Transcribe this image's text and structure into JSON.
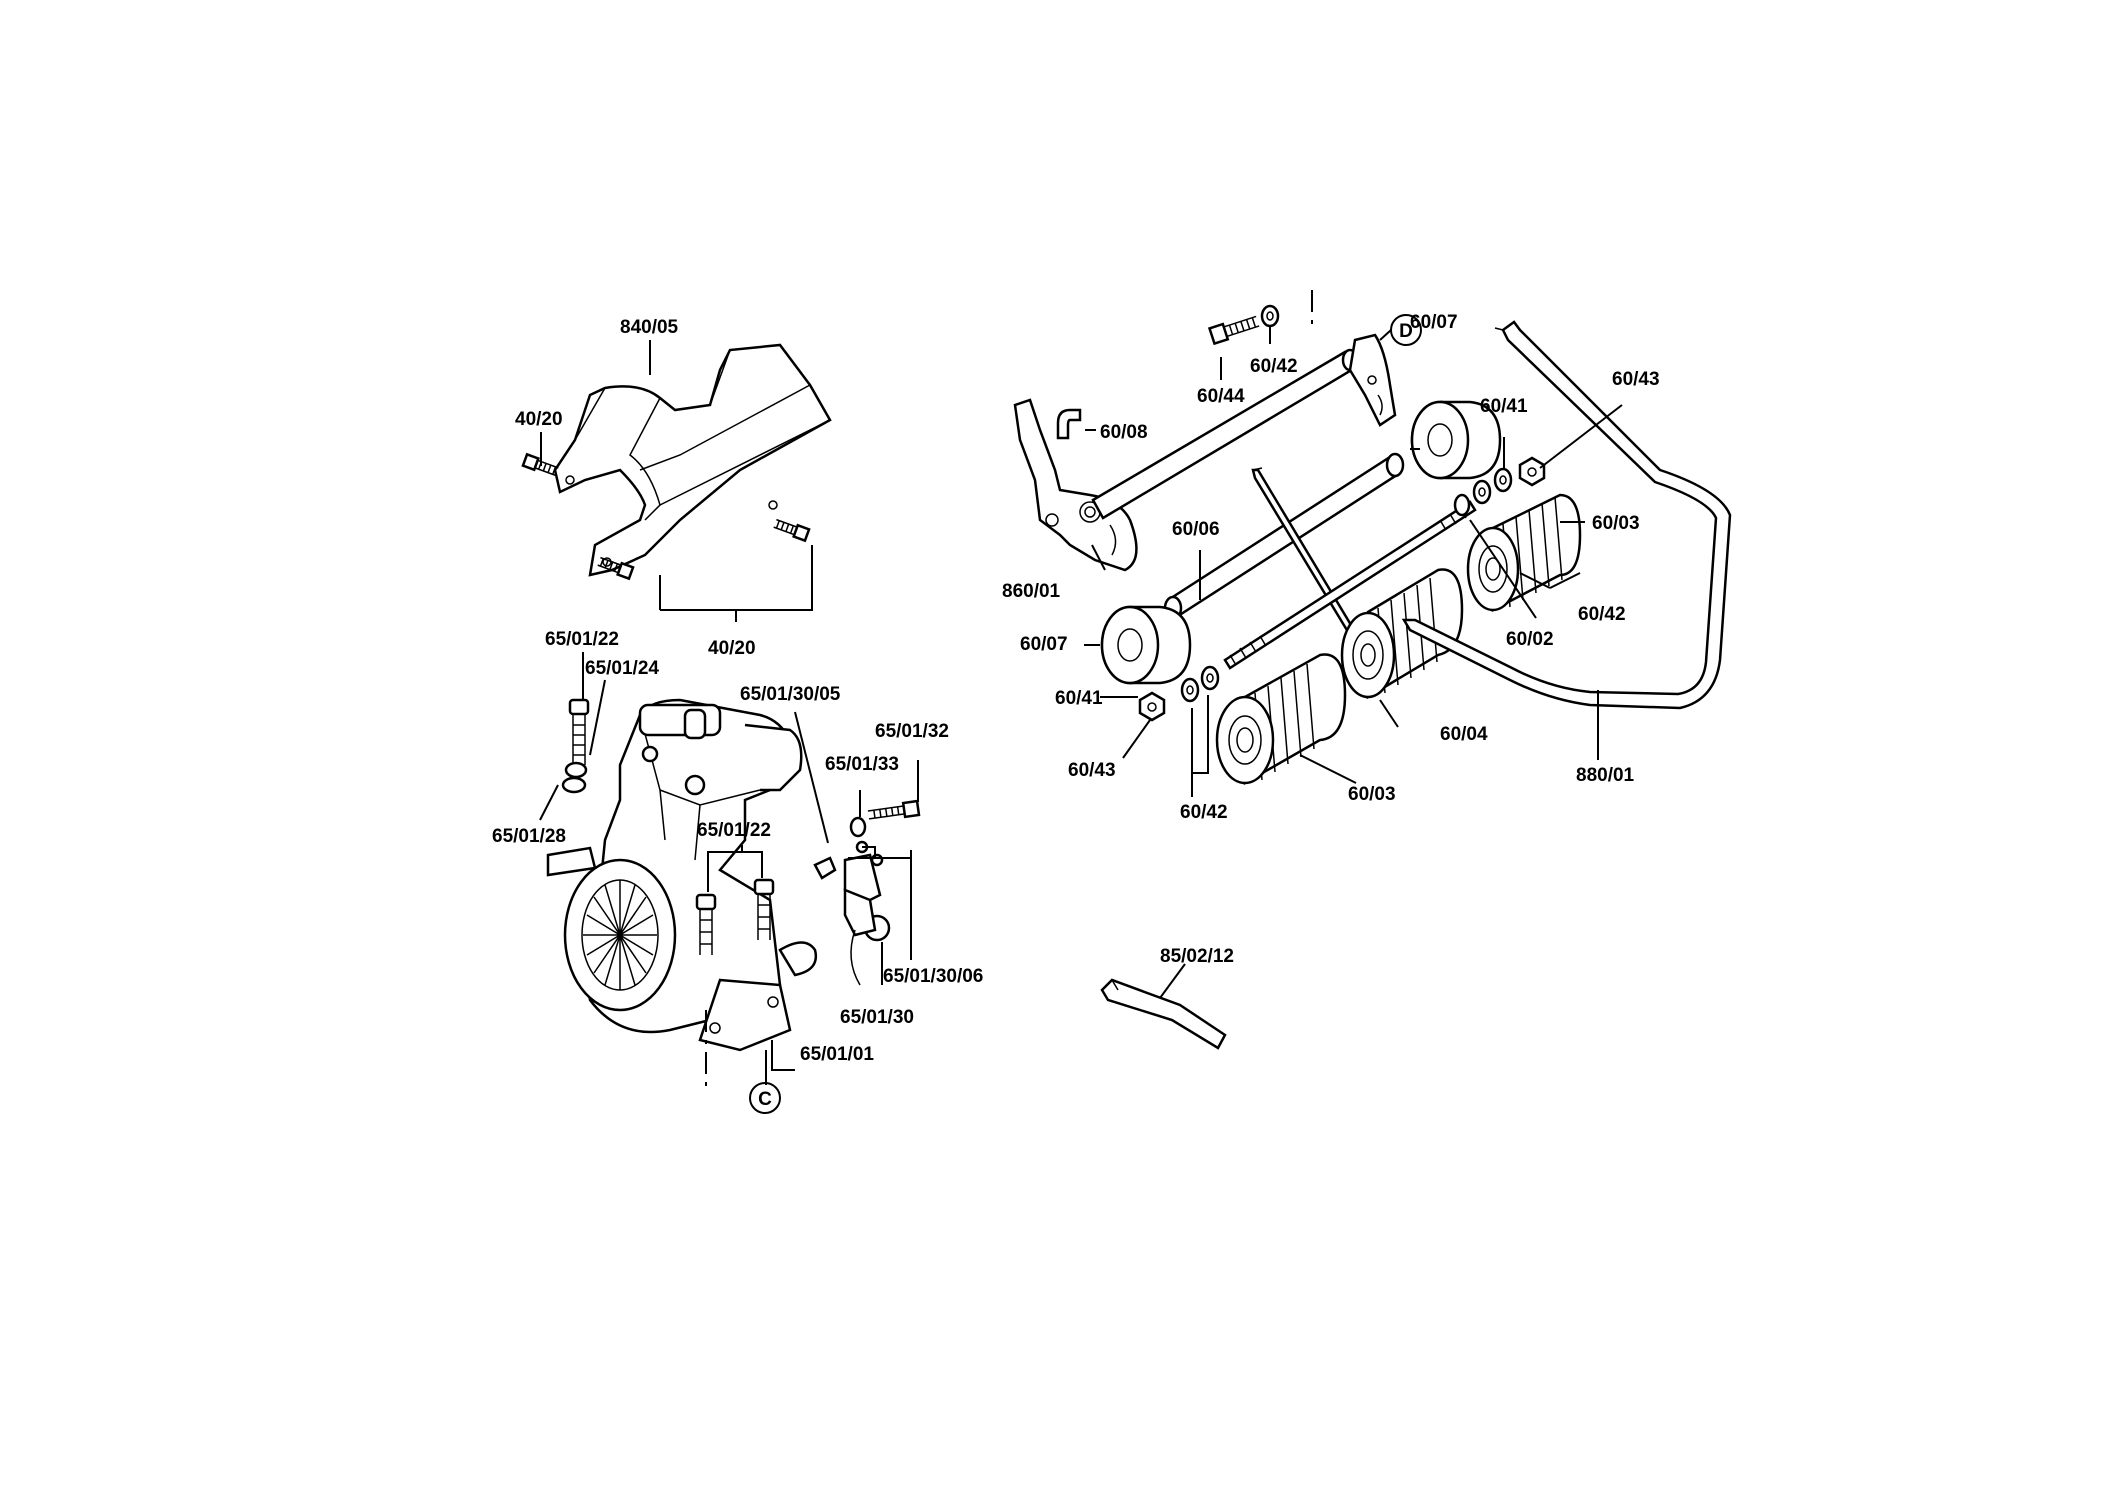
{
  "callouts": {
    "cover": "840/05",
    "cover_screw_left": "40/20",
    "cover_screws_bottom": "40/20",
    "engine_bolt": "65/01/22",
    "engine_washer_a": "65/01/24",
    "engine_washer_b": "65/01/28",
    "switch_bracket": "65/01/30/05",
    "switch_bolt": "65/01/32",
    "switch_washer": "65/01/33",
    "engine_bolt_inner": "65/01/22",
    "switch_screws": "65/01/30/06",
    "switch": "65/01/30",
    "engine": "65/01/01",
    "frame_screw": "60/44",
    "frame_washer_top": "60/42",
    "clip": "60/08",
    "side_plate": "860/01",
    "tube": "60/06",
    "spacer_top": "60/07",
    "washer_right_top": "60/41",
    "nut_right_top": "60/43",
    "roller_right": "60/03",
    "shaft": "60/02",
    "washers_right": "60/42",
    "spacer_left": "60/07",
    "washer_left": "60/41",
    "nut_left": "60/43",
    "washers_left": "60/42",
    "roller_mid": "60/04",
    "roller_front": "60/03",
    "handle_bar": "880/01",
    "hex_key": "85/02/12"
  },
  "markers": {
    "connection_c": "C",
    "connection_d": "D"
  }
}
